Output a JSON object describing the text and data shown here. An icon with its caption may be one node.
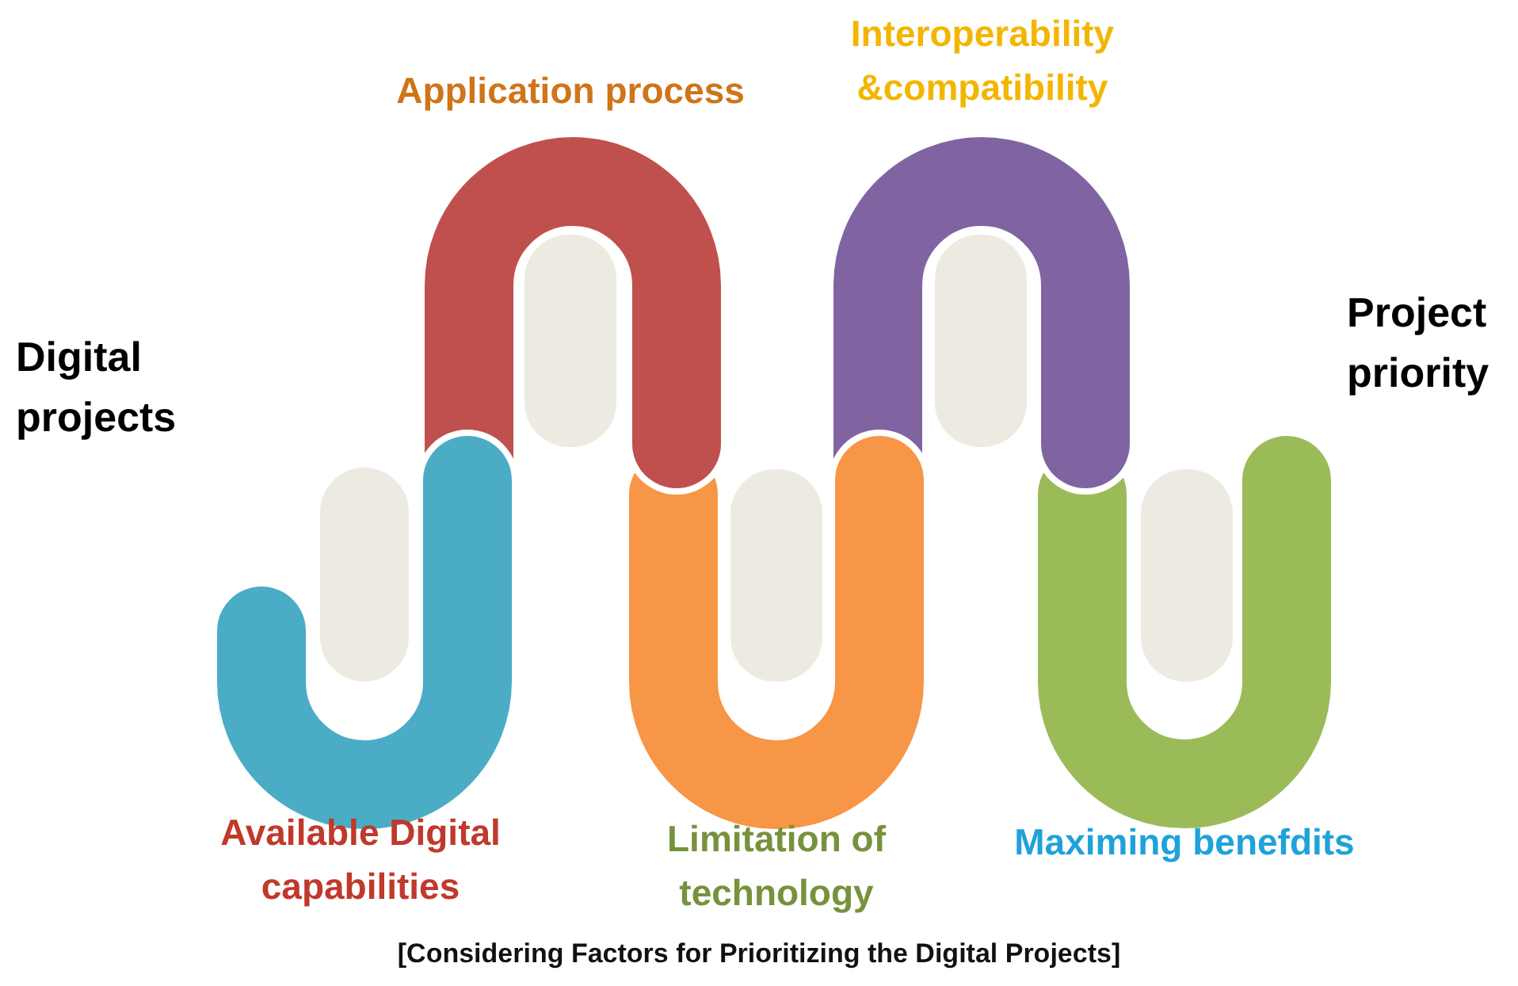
{
  "diagram": {
    "caption": "[Considering Factors for Prioritizing the Digital Projects]",
    "nodes": [
      {
        "text": [
          "Available Digital capabilities"
        ]
      },
      {
        "text": [
          "Application process"
        ]
      },
      {
        "text": [
          "Limitation of technology"
        ]
      },
      {
        "text": [
          "Interoperability &compatibility"
        ]
      },
      {
        "text": [
          "Maximing benefdits"
        ]
      }
    ],
    "labels": [
      "Digital projects",
      "Project priority"
    ]
  }
}
